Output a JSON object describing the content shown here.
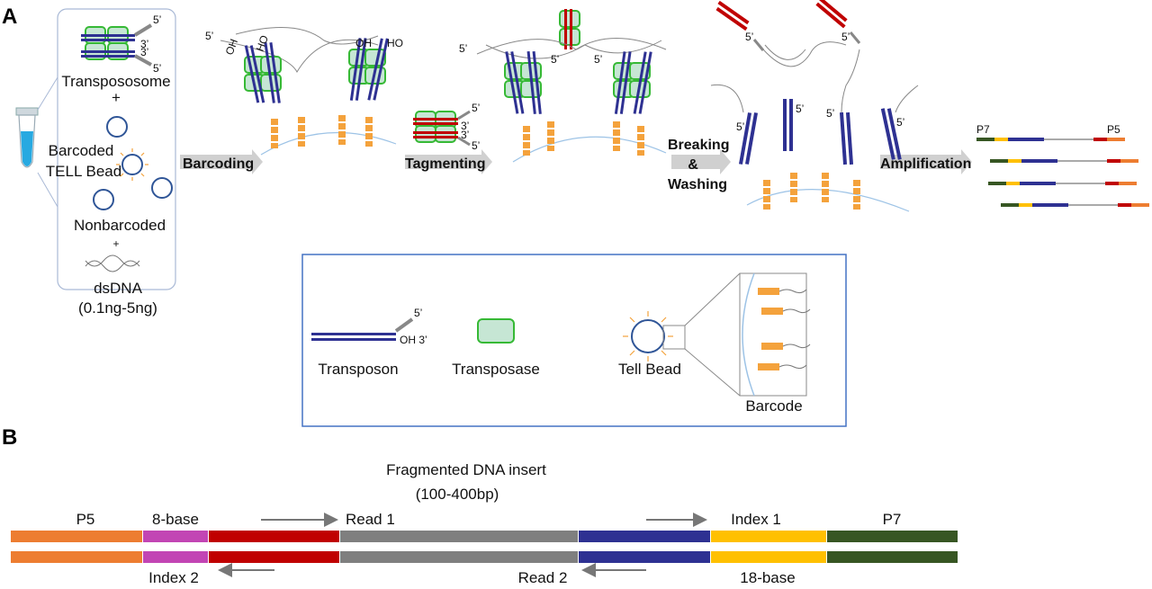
{
  "panel_a": {
    "letter": "A",
    "reagents": {
      "transposome": "Transpososome",
      "plus1": "+",
      "barcoded_line1": "Barcoded",
      "barcoded_line2": "TELL Bead",
      "nonbarcoded": "Nonbarcoded",
      "plus2": "+",
      "dsdna": "dsDNA",
      "amount": "(0.1ng-5ng)"
    },
    "steps": {
      "barcoding": "Barcoding",
      "tagmenting": "Tagmenting",
      "breaking_1": "Breaking",
      "breaking_2": "&",
      "breaking_3": "Washing",
      "amplification": "Amplification"
    },
    "end_labels": {
      "prime5": "5’",
      "prime3": "3’",
      "oh": "OH",
      "ho": "HO",
      "oh3": "OH 3’"
    },
    "products": {
      "left": "P7",
      "right": "P5"
    },
    "legend": {
      "transposon": "Transposon",
      "transposase": "Transposase",
      "tell_bead": "Tell Bead",
      "barcode": "Barcode"
    }
  },
  "panel_b": {
    "letter": "B",
    "insert_title": "Fragmented DNA insert",
    "insert_size": "(100-400bp)",
    "top_labels": {
      "p5": "P5",
      "eight_base": "8-base",
      "read1": "Read 1",
      "index1": "Index 1",
      "p7": "P7"
    },
    "bottom_labels": {
      "index2": "Index 2",
      "read2": "Read 2",
      "eighteen_base": "18-base"
    },
    "segment_colors": {
      "p5": "#ed7d31",
      "eight_base": "#c245b4",
      "red": "#c00000",
      "insert": "#7f7f7f",
      "blue": "#2e3192",
      "index": "#ffc000",
      "p7": "#375623"
    }
  }
}
